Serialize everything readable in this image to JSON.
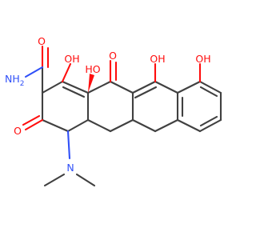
{
  "colors": {
    "background": "#ffffff",
    "bond": "#404040",
    "oxygen": "#ff0d0d",
    "nitrogen": "#3050f8"
  },
  "atoms": {
    "amide_nh2": "NH",
    "amide_nh2_sub": "2",
    "amide_o": "O",
    "oh_enol": "OH",
    "oh_ring": "HO",
    "oh_c11": "OH",
    "oh_phenol": "OH",
    "keto_top": "O",
    "keto_left": "O",
    "dimethylamino_n": "N"
  }
}
